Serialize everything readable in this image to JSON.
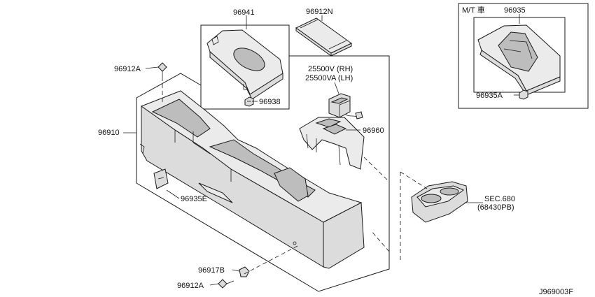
{
  "labels": {
    "p96941": "96941",
    "p96912N": "96912N",
    "mt_header": "M/T 車",
    "p96935": "96935",
    "p96912A_top": "96912A",
    "p25500V": "25500V (RH)",
    "p25500VA": "25500VA (LH)",
    "p96938": "96938",
    "p96935A": "96935A",
    "p96910": "96910",
    "p96960": "96960",
    "p96935E": "96935E",
    "sec680": "SEC.680",
    "p68430PB": "(68430PB)",
    "p96917B": "96917B",
    "p96912A_bottom": "96912A",
    "diagram_code": "J969003F"
  }
}
